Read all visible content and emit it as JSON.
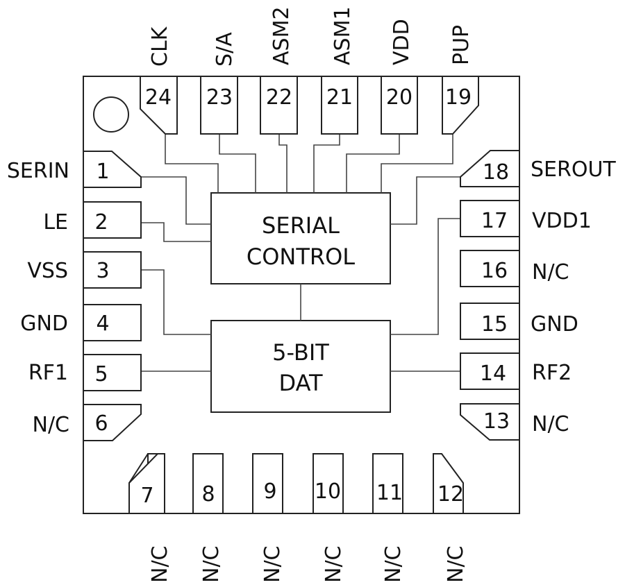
{
  "diagram": {
    "type": "IC pinout (24-lead package, top view)",
    "blocks": {
      "serial_control": [
        "SERIAL",
        "CONTROL"
      ],
      "dat": [
        "5-BIT",
        "DAT"
      ]
    },
    "pins": {
      "left": [
        {
          "num": "1",
          "name": "SERIN"
        },
        {
          "num": "2",
          "name": "LE"
        },
        {
          "num": "3",
          "name": "VSS"
        },
        {
          "num": "4",
          "name": "GND"
        },
        {
          "num": "5",
          "name": "RF1"
        },
        {
          "num": "6",
          "name": "N/C"
        }
      ],
      "bottom": [
        {
          "num": "7",
          "name": "N/C"
        },
        {
          "num": "8",
          "name": "N/C"
        },
        {
          "num": "9",
          "name": "N/C"
        },
        {
          "num": "10",
          "name": "N/C"
        },
        {
          "num": "11",
          "name": "N/C"
        },
        {
          "num": "12",
          "name": "N/C"
        }
      ],
      "right": [
        {
          "num": "18",
          "name": "SEROUT"
        },
        {
          "num": "17",
          "name": "VDD1"
        },
        {
          "num": "16",
          "name": "N/C"
        },
        {
          "num": "15",
          "name": "GND"
        },
        {
          "num": "14",
          "name": "RF2"
        },
        {
          "num": "13",
          "name": "N/C"
        }
      ],
      "top": [
        {
          "num": "24",
          "name": "CLK"
        },
        {
          "num": "23",
          "name": "S/A"
        },
        {
          "num": "22",
          "name": "ASM2"
        },
        {
          "num": "21",
          "name": "ASM1"
        },
        {
          "num": "20",
          "name": "VDD"
        },
        {
          "num": "19",
          "name": "PUP"
        }
      ]
    }
  }
}
